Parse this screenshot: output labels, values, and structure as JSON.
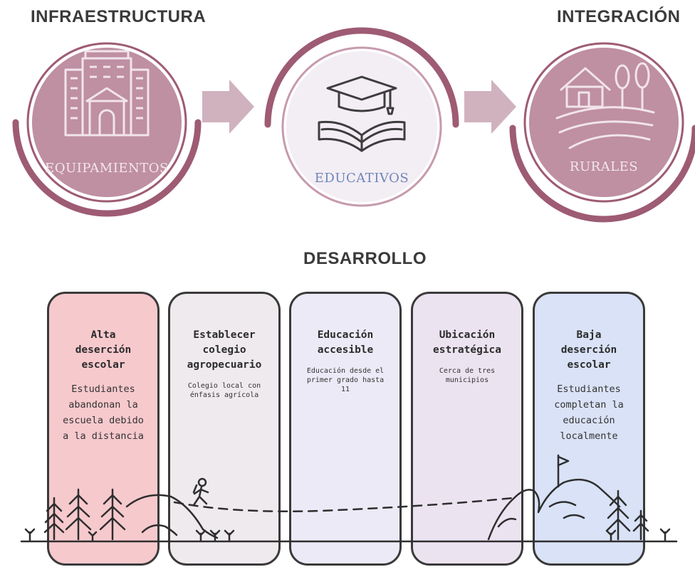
{
  "headers": {
    "infraestructura": "INFRAESTRUCTURA",
    "integracion": "INTEGRACIÓN",
    "desarrollo": "DESARROLLO"
  },
  "circles": [
    {
      "label": "EQUIPAMIENTOS",
      "icon": "building-icon",
      "fill": "#bf8fa2",
      "text_color": "#f3e6ec"
    },
    {
      "label": "EDUCATIVOS",
      "icon": "graduation-book-icon",
      "fill": "#f3edf4",
      "text_color": "#6d87b8"
    },
    {
      "label": "RURALES",
      "icon": "rural-house-icon",
      "fill": "#bf8fa2",
      "text_color": "#f3e6ec"
    }
  ],
  "cards": [
    {
      "title": "Alta\ndeserción\nescolar",
      "desc": "Estudiantes\nabandonan la\nescuela debido\na la distancia",
      "fill": "#f6c9cd"
    },
    {
      "title": "Establecer\ncolegio\nagropecuario",
      "desc": "Colegio local con\nénfasis agrícola",
      "fill": "#eeeaee"
    },
    {
      "title": "Educación\naccesible",
      "desc": "Educación desde el\nprimer grado hasta\n11",
      "fill": "#eceaf6"
    },
    {
      "title": "Ubicación\nestratégica",
      "desc": "Cerca de tres\nmunicipios",
      "fill": "#ece3f1"
    },
    {
      "title": "Baja\ndeserción\nescolar",
      "desc": "Estudiantes\ncompletan la\neducación\nlocalmente",
      "fill": "#d9e2f6"
    }
  ],
  "colors": {
    "accent": "#9e5b74",
    "arrow": "#d0b2bf",
    "border": "#3a3a3a"
  }
}
